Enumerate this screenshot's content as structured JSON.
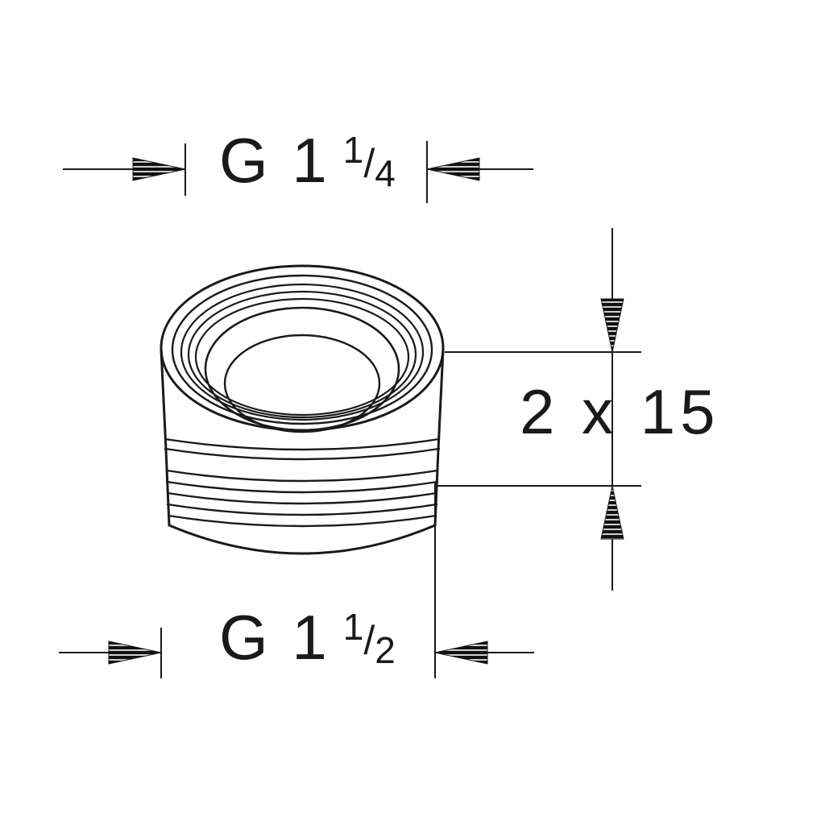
{
  "drawing": {
    "kind": "technical line drawing of a threaded pipe reducing adapter",
    "labels": {
      "dim_top": {
        "full": "G 1 1/4",
        "prefix": "G 1",
        "num": "1",
        "slash": "/",
        "den": "4"
      },
      "dim_bottom": {
        "full": "G 1 1/2",
        "prefix": "G 1",
        "num": "1",
        "slash": "/",
        "den": "2"
      },
      "dim_right": "2 x 15"
    },
    "colors": {
      "line": "#1a1a1a",
      "background": "#ffffff"
    }
  }
}
